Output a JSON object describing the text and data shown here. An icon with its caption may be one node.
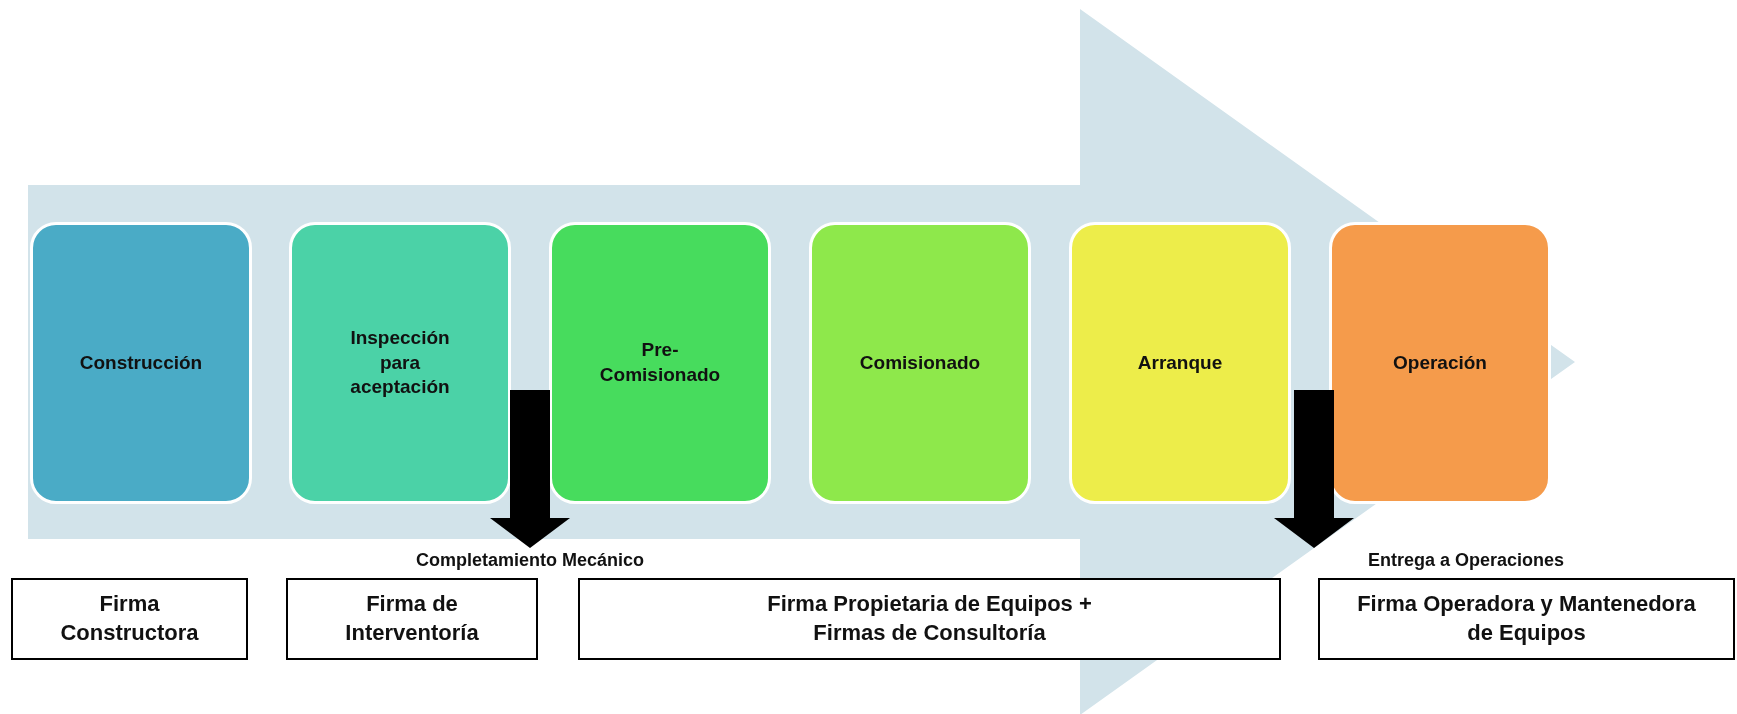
{
  "diagram": {
    "nodes": [
      {
        "text": [
          "Construcción"
        ]
      },
      {
        "text": [
          "Inspección para aceptación"
        ]
      },
      {
        "text": [
          "Pre-Comisionado"
        ]
      },
      {
        "text": [
          "Comisionado"
        ]
      },
      {
        "text": [
          "Arranque"
        ]
      },
      {
        "text": [
          "Operación"
        ]
      },
      {
        "text": [
          "Completamiento Mecánico"
        ]
      },
      {
        "text": [
          "Entrega a Operaciones"
        ]
      },
      {
        "text": [
          "Firma Constructora"
        ]
      },
      {
        "text": [
          "Firma de Interventoría"
        ]
      },
      {
        "text": [
          "Firma Propietaria de Equipos + Firmas de Consultoría"
        ]
      },
      {
        "text": [
          "Firma Operadora y Mantenedora de Equipos"
        ]
      }
    ],
    "edges": [
      {
        "from": 1,
        "to": 6,
        "arrow": "to",
        "style": "thick"
      },
      {
        "from": 5,
        "to": 7,
        "arrow": "to",
        "style": "thick"
      },
      {
        "from": 0,
        "to": 5,
        "arrow": "to",
        "style": "thick",
        "color": "#d2e3ea"
      }
    ]
  }
}
